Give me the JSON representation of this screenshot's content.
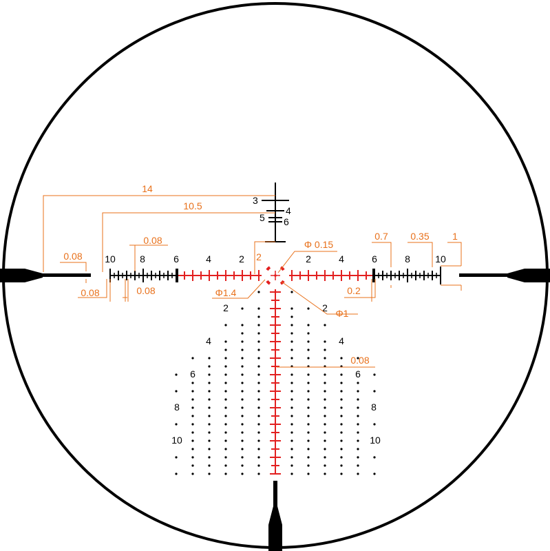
{
  "colors": {
    "reticle": "#000000",
    "red": "#e21f1f",
    "dimension": "#e8701a",
    "background": "#ffffff"
  },
  "horizontal_labels": {
    "left": [
      "10",
      "8",
      "6",
      "4",
      "2"
    ],
    "right": [
      "2",
      "4",
      "6",
      "8",
      "10"
    ]
  },
  "vertical_top_labels": [
    "3",
    "4",
    "5",
    "6"
  ],
  "side_labels": {
    "left": [
      "2",
      "4",
      "6",
      "8",
      "10"
    ],
    "right": [
      "2",
      "4",
      "6",
      "8",
      "10"
    ]
  },
  "dimensions": {
    "d14": "14",
    "d105": "10.5",
    "d008_post": "0.08",
    "d008_a": "0.08",
    "d008_b": "0.08",
    "d008_top": "0.08",
    "d2": "2",
    "phi015": "Φ 0.15",
    "phi14": "Φ1.4",
    "phi1": "Φ1",
    "d07": "0.7",
    "d035": "0.35",
    "d1": "1",
    "d02": "0.2",
    "d008_vert": "0.08"
  }
}
